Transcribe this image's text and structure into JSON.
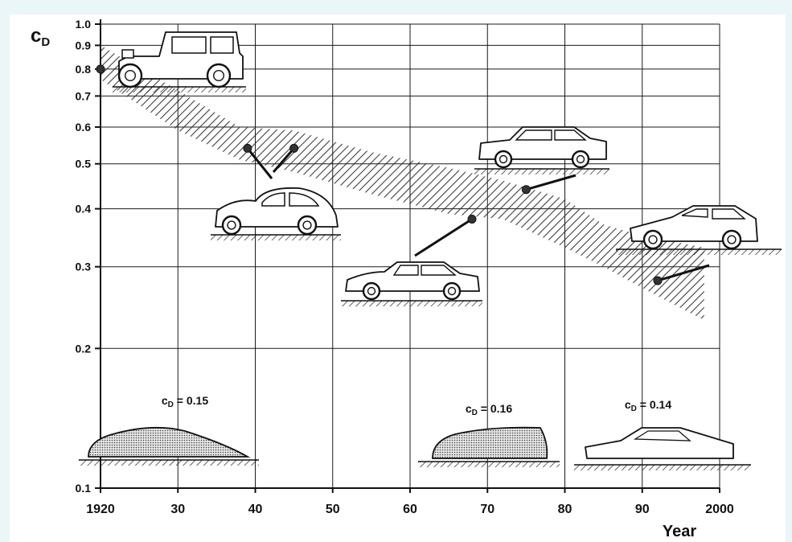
{
  "chart_data": {
    "type": "scatter",
    "y_scale": "log",
    "grid": true,
    "y_axis_title": {
      "main": "c",
      "sub": "D"
    },
    "xlabel": "Year",
    "x_ticks": [
      1920,
      1930,
      1940,
      1950,
      1960,
      1970,
      1980,
      1990,
      2000
    ],
    "x_tick_labels": [
      "1920",
      "30",
      "40",
      "50",
      "60",
      "70",
      "80",
      "90",
      "2000"
    ],
    "y_ticks": [
      0.1,
      0.2,
      0.3,
      0.4,
      0.5,
      0.6,
      0.7,
      0.8,
      0.9,
      1.0
    ],
    "y_tick_labels": [
      "0.1",
      "0.2",
      "0.3",
      "0.4",
      "0.5",
      "0.6",
      "0.7",
      "0.8",
      "0.9",
      "1.0"
    ],
    "xlim": [
      1920,
      2000
    ],
    "ylim": [
      0.1,
      1.0
    ],
    "band": {
      "upper": [
        [
          1920,
          0.9
        ],
        [
          1930,
          0.72
        ],
        [
          1938,
          0.6
        ],
        [
          1945,
          0.59
        ],
        [
          1955,
          0.53
        ],
        [
          1965,
          0.49
        ],
        [
          1972,
          0.46
        ],
        [
          1980,
          0.42
        ],
        [
          1985,
          0.37
        ],
        [
          1990,
          0.35
        ],
        [
          1998,
          0.33
        ]
      ],
      "lower": [
        [
          1920,
          0.76
        ],
        [
          1930,
          0.59
        ],
        [
          1938,
          0.51
        ],
        [
          1945,
          0.48
        ],
        [
          1955,
          0.43
        ],
        [
          1965,
          0.39
        ],
        [
          1972,
          0.38
        ],
        [
          1980,
          0.33
        ],
        [
          1985,
          0.3
        ],
        [
          1990,
          0.27
        ],
        [
          1998,
          0.23
        ]
      ]
    },
    "points": [
      {
        "x": 1920,
        "y": 0.8
      },
      {
        "x": 1939,
        "y": 0.54
      },
      {
        "x": 1945,
        "y": 0.54
      },
      {
        "x": 1968,
        "y": 0.38
      },
      {
        "x": 1975,
        "y": 0.44
      },
      {
        "x": 1992,
        "y": 0.28
      }
    ],
    "annotations": [
      {
        "main": "c",
        "sub": "D",
        "value": "= 0.15"
      },
      {
        "main": "c",
        "sub": "D",
        "value": "= 0.16"
      },
      {
        "main": "c",
        "sub": "D",
        "value": "= 0.14"
      }
    ],
    "colors": {
      "ink": "#111111",
      "hatch": "#2a2a2a",
      "grid": "#1a1a1a",
      "fill": "#cfcfcf"
    }
  }
}
